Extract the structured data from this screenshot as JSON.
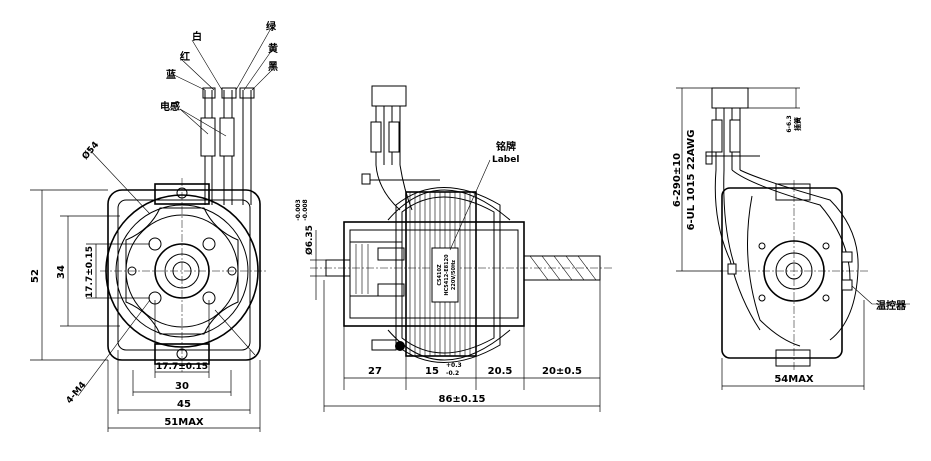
{
  "front_view": {
    "wires": [
      "白",
      "绿",
      "红",
      "黄",
      "蓝",
      "黑"
    ],
    "inductor_label": "电感",
    "dia_label": "Ø54",
    "dim_52": "52",
    "dim_34": "34",
    "dim_17_7_v": "17.7±0.15",
    "dim_17_7_h": "17.7±0.15",
    "dim_30": "30",
    "dim_45": "45",
    "dim_51max": "51MAX",
    "holes_label": "4-M4"
  },
  "side_view": {
    "nameplate_cn": "铭牌",
    "nameplate_en": "Label",
    "shaft_dia": "Ø6.35",
    "shaft_tol_upper": "-0.003",
    "shaft_tol_lower": "-0.008",
    "nameplate_lines": [
      "C5410Z",
      "HC5412-E8120",
      "220V/50Hz"
    ],
    "dim_27": "27",
    "dim_15": "15",
    "dim_15_tol": "+0.3",
    "dim_15_tol2": "-0.2",
    "dim_20_5": "20.5",
    "dim_20": "20±0.5",
    "dim_86": "86±0.15"
  },
  "rear_view": {
    "lead_length": "6-290±10",
    "lead_spec": "6-UL 1015 22AWG",
    "terminal_spec": "6-6.3",
    "terminal_cn": "插簧",
    "thermostat": "温控器",
    "dim_54max": "54MAX"
  }
}
